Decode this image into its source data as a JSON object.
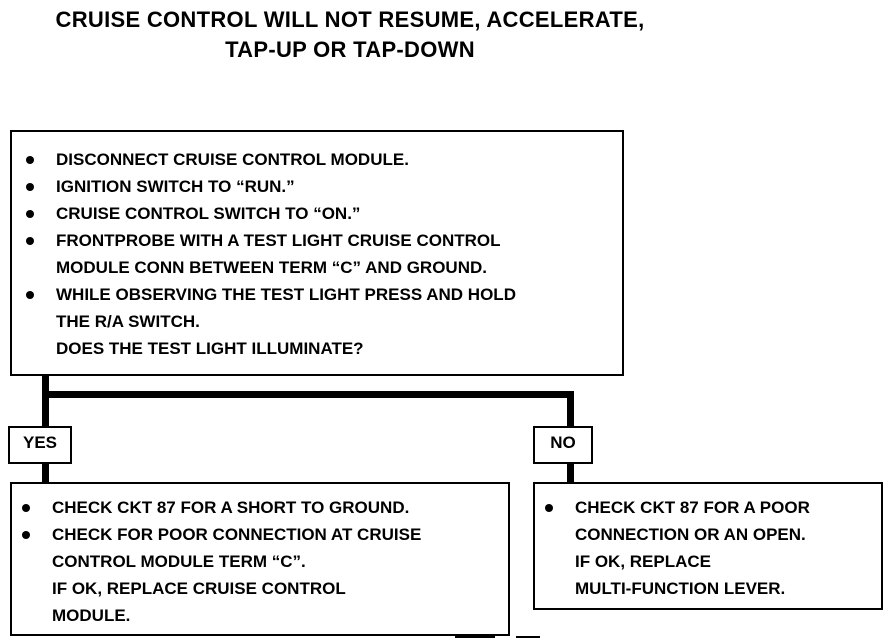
{
  "title": {
    "line1": "CRUISE CONTROL WILL NOT RESUME, ACCELERATE,",
    "line2": "TAP-UP OR TAP-DOWN"
  },
  "test_box": {
    "items": [
      "DISCONNECT CRUISE CONTROL MODULE.",
      "IGNITION SWITCH TO “RUN.”",
      "CRUISE CONTROL SWITCH TO “ON.”",
      "FRONTPROBE WITH A TEST LIGHT CRUISE CONTROL",
      "WHILE OBSERVING THE TEST LIGHT PRESS AND HOLD"
    ],
    "item4_cont": "MODULE CONN BETWEEN TERM “C” AND GROUND.",
    "item5_cont": "THE R/A SWITCH.",
    "question": "DOES THE TEST LIGHT ILLUMINATE?"
  },
  "yes_label": "YES",
  "no_label": "NO",
  "yes_box": {
    "item1": "CHECK CKT 87 FOR A SHORT TO GROUND.",
    "item2": "CHECK FOR POOR CONNECTION AT CRUISE",
    "item2_cont1": "CONTROL MODULE TERM “C”.",
    "item2_cont2": "IF OK, REPLACE CRUISE CONTROL",
    "item2_cont3": "MODULE."
  },
  "no_box": {
    "item1": "CHECK CKT 87 FOR A POOR",
    "item1_cont1": "CONNECTION OR AN OPEN.",
    "item1_cont2": "IF OK, REPLACE",
    "item1_cont3": "MULTI-FUNCTION LEVER."
  }
}
